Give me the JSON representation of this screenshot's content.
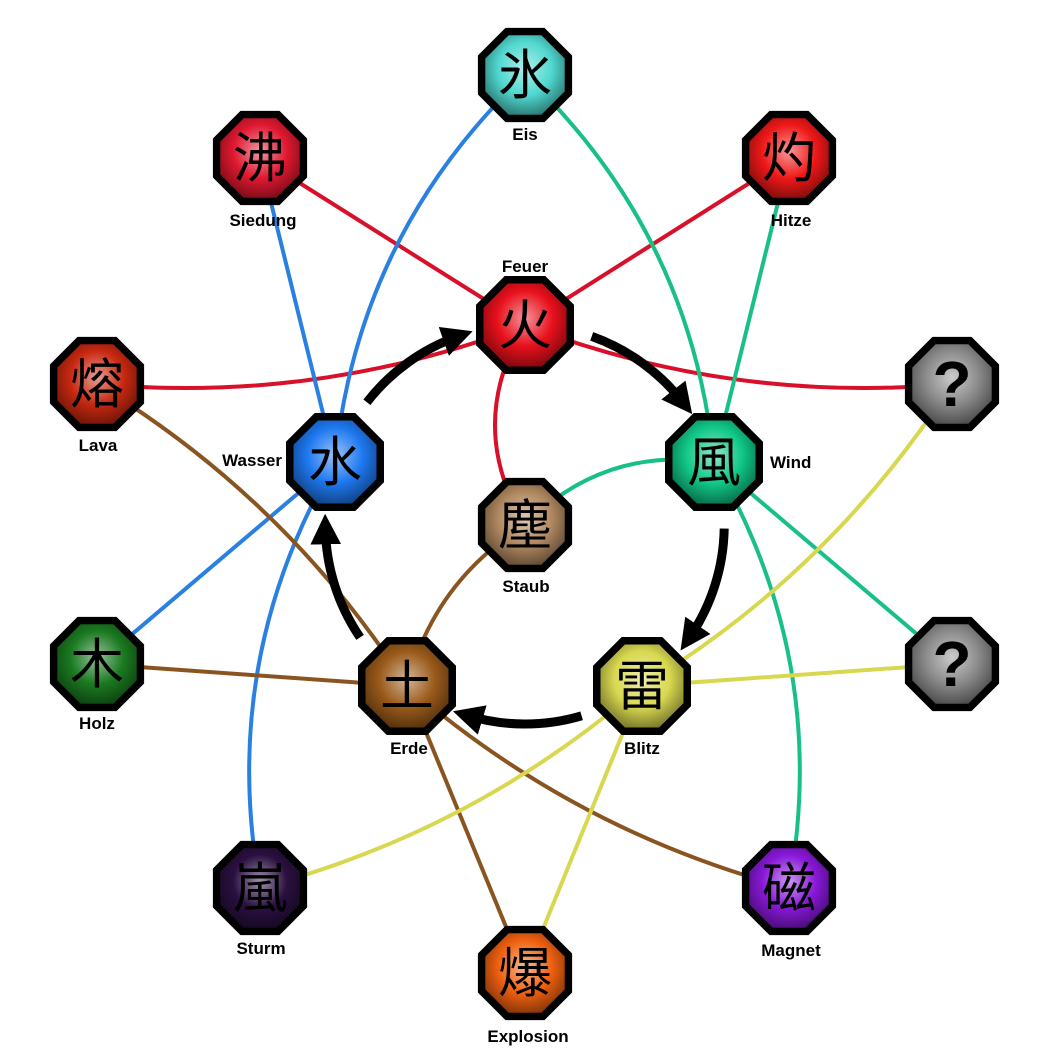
{
  "nodes": [
    {
      "id": "feuer",
      "glyph": "火",
      "label": "Feuer",
      "color": "#e8101c"
    },
    {
      "id": "wind",
      "glyph": "風",
      "label": "Wind",
      "color": "#10c888"
    },
    {
      "id": "blitz",
      "glyph": "雷",
      "label": "Blitz",
      "color": "#d8d850"
    },
    {
      "id": "erde",
      "glyph": "土",
      "label": "Erde",
      "color": "#9a5a1a"
    },
    {
      "id": "wasser",
      "glyph": "水",
      "label": "Wasser",
      "color": "#1e78f0"
    },
    {
      "id": "staub",
      "glyph": "塵",
      "label": "Staub",
      "color": "#b08860"
    },
    {
      "id": "eis",
      "glyph": "氷",
      "label": "Eis",
      "color": "#50d8d0"
    },
    {
      "id": "siedung",
      "glyph": "沸",
      "label": "Siedung",
      "color": "#e01830"
    },
    {
      "id": "hitze",
      "glyph": "灼",
      "label": "Hitze",
      "color": "#f01818"
    },
    {
      "id": "lava",
      "glyph": "熔",
      "label": "Lava",
      "color": "#c82810"
    },
    {
      "id": "holz",
      "glyph": "木",
      "label": "Holz",
      "color": "#1a7a20"
    },
    {
      "id": "sturm",
      "glyph": "嵐",
      "label": "Sturm",
      "color": "#2a1040"
    },
    {
      "id": "explosion",
      "glyph": "爆",
      "label": "Explosion",
      "color": "#f06010"
    },
    {
      "id": "magnet",
      "glyph": "磁",
      "label": "Magnet",
      "color": "#8818d8"
    },
    {
      "id": "unknown1",
      "glyph": "?",
      "label": "",
      "color": "#8a8a8a"
    },
    {
      "id": "unknown2",
      "glyph": "?",
      "label": "",
      "color": "#8a8a8a"
    }
  ],
  "connections": [
    {
      "from": "feuer",
      "to": "siedung",
      "color": "#d8102a"
    },
    {
      "from": "feuer",
      "to": "hitze",
      "color": "#d8102a"
    },
    {
      "from": "feuer",
      "to": "lava",
      "color": "#d8102a"
    },
    {
      "from": "feuer",
      "to": "unknown1",
      "color": "#d8102a"
    },
    {
      "from": "feuer",
      "to": "staub",
      "color": "#d8102a"
    },
    {
      "from": "wasser",
      "to": "eis",
      "color": "#2a80e0"
    },
    {
      "from": "wasser",
      "to": "siedung",
      "color": "#2a80e0"
    },
    {
      "from": "wasser",
      "to": "holz",
      "color": "#2a80e0"
    },
    {
      "from": "wasser",
      "to": "sturm",
      "color": "#2a80e0"
    },
    {
      "from": "wind",
      "to": "eis",
      "color": "#18c088"
    },
    {
      "from": "wind",
      "to": "hitze",
      "color": "#18c088"
    },
    {
      "from": "wind",
      "to": "staub",
      "color": "#18c088"
    },
    {
      "from": "wind",
      "to": "unknown2",
      "color": "#18c088"
    },
    {
      "from": "wind",
      "to": "magnet",
      "color": "#18c088"
    },
    {
      "from": "erde",
      "to": "lava",
      "color": "#8a5420"
    },
    {
      "from": "erde",
      "to": "holz",
      "color": "#8a5420"
    },
    {
      "from": "erde",
      "to": "staub",
      "color": "#8a5420"
    },
    {
      "from": "erde",
      "to": "explosion",
      "color": "#8a5420"
    },
    {
      "from": "erde",
      "to": "magnet",
      "color": "#8a5420"
    },
    {
      "from": "blitz",
      "to": "unknown1",
      "color": "#d8d850"
    },
    {
      "from": "blitz",
      "to": "unknown2",
      "color": "#d8d850"
    },
    {
      "from": "blitz",
      "to": "sturm",
      "color": "#d8d850"
    },
    {
      "from": "blitz",
      "to": "explosion",
      "color": "#d8d850"
    }
  ],
  "cycle": [
    "feuer",
    "wind",
    "blitz",
    "erde",
    "wasser"
  ]
}
